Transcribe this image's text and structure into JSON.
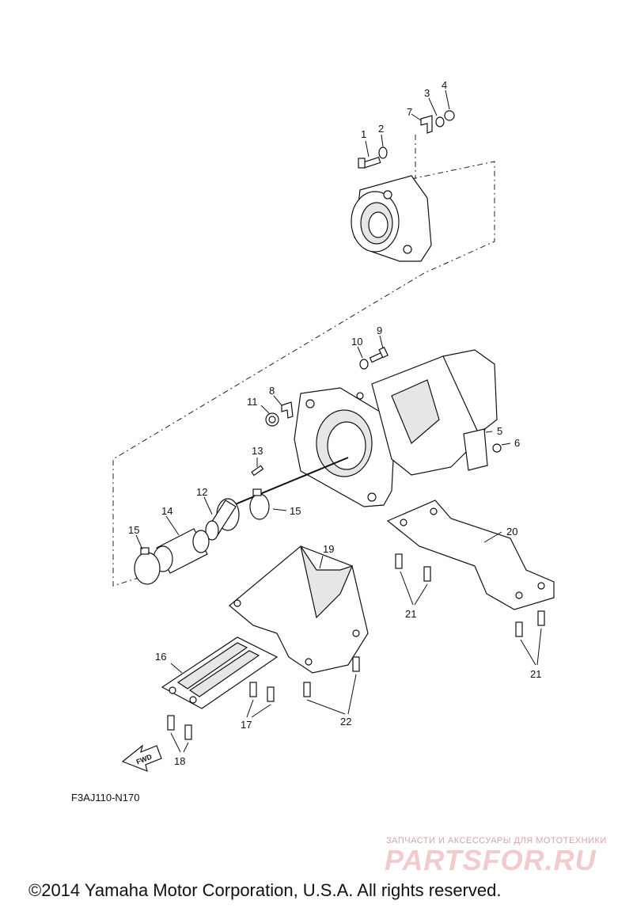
{
  "diagram": {
    "callouts": [
      "1",
      "2",
      "3",
      "4",
      "5",
      "6",
      "7",
      "8",
      "9",
      "10",
      "11",
      "12",
      "13",
      "14",
      "15",
      "15",
      "16",
      "17",
      "18",
      "19",
      "20",
      "21",
      "21",
      "22"
    ],
    "fwd_label": "FWD",
    "code": "F3AJ110-N170"
  },
  "watermark": {
    "tagline": "ЗАПЧАСТИ И АКСЕССУАРЫ ДЛЯ МОТОТЕХНИКИ",
    "logo": "PARTSFOR.RU"
  },
  "footer": {
    "copyright": "©2014 Yamaha Motor Corporation, U.S.A. All rights reserved."
  }
}
